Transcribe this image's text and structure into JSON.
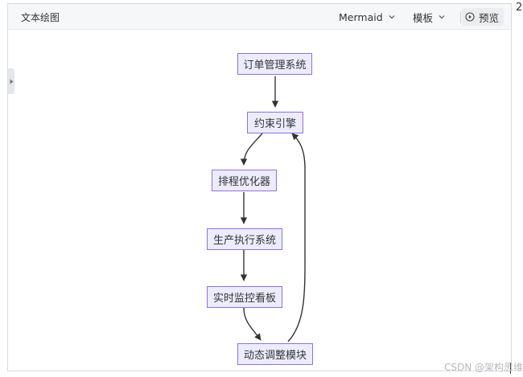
{
  "toolbar": {
    "title": "文本绘图",
    "engine_label": "Mermaid",
    "template_label": "模板",
    "preview_label": "预览"
  },
  "diagram": {
    "type": "flowchart",
    "nodes": {
      "order_system": "订单管理系统",
      "constraint_engine": "约束引擎",
      "scheduler": "排程优化器",
      "mes": "生产执行系统",
      "dashboard": "实时监控看板",
      "dynamic_adjust": "动态调整模块"
    },
    "edges": [
      [
        "order_system",
        "constraint_engine"
      ],
      [
        "constraint_engine",
        "scheduler"
      ],
      [
        "scheduler",
        "mes"
      ],
      [
        "mes",
        "dashboard"
      ],
      [
        "dashboard",
        "dynamic_adjust"
      ],
      [
        "dynamic_adjust",
        "constraint_engine"
      ]
    ],
    "colors": {
      "node_fill": "#ececff",
      "node_border": "#9370db",
      "edge": "#333333"
    }
  },
  "corner_glyph": "2",
  "watermark": "CSDN @架构思维"
}
